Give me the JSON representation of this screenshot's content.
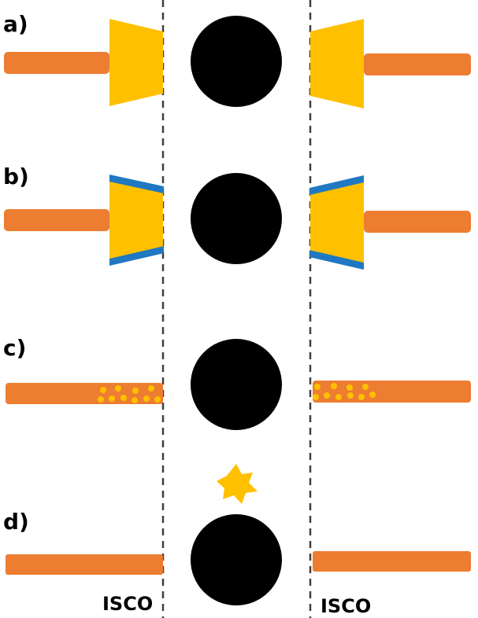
{
  "panels": [
    {
      "label": "a)",
      "variant": "thick-disk"
    },
    {
      "label": "b)",
      "variant": "thick-disk-with-corona"
    },
    {
      "label": "c)",
      "variant": "thin-disk-with-clumps"
    },
    {
      "label": "d)",
      "variant": "thin-disk-with-flare"
    }
  ],
  "isco": {
    "left_label": "ISCO",
    "right_label": "ISCO"
  },
  "colors": {
    "disk": "#ED7D31",
    "torus": "#FFC000",
    "corona": "#1F78C1",
    "black_hole": "#000000",
    "isco_line": "#404040",
    "flare": "#FFC000",
    "clump": "#FFC000"
  }
}
